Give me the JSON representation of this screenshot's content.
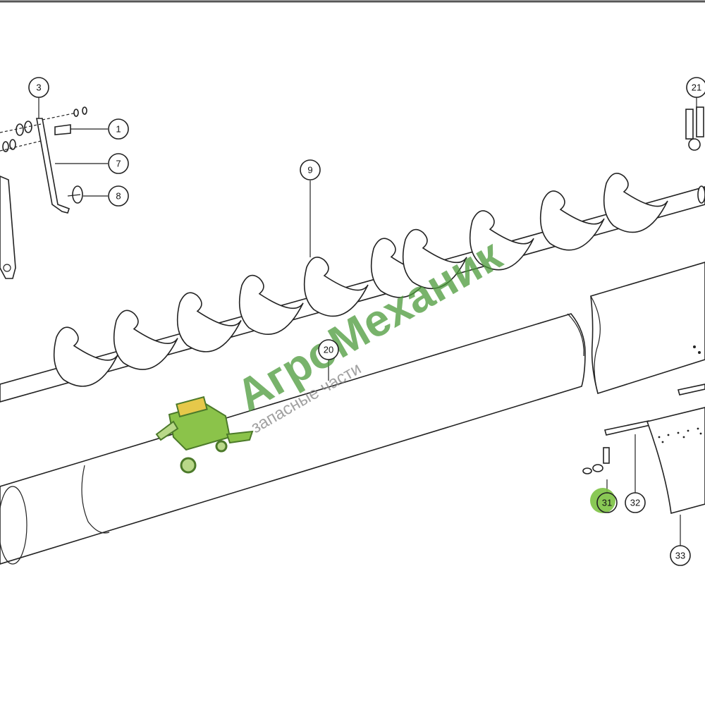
{
  "callouts": [
    {
      "id": "c3",
      "label": "3"
    },
    {
      "id": "c1",
      "label": "1"
    },
    {
      "id": "c7",
      "label": "7"
    },
    {
      "id": "c8",
      "label": "8"
    },
    {
      "id": "c9",
      "label": "9"
    },
    {
      "id": "c21",
      "label": "21"
    },
    {
      "id": "c20",
      "label": "20"
    },
    {
      "id": "c31",
      "label": "31",
      "highlight": "#7cc242"
    },
    {
      "id": "c32",
      "label": "32"
    },
    {
      "id": "c33",
      "label": "33"
    }
  ],
  "watermark": {
    "brand": "АгроМеханик",
    "tagline": "запасные части",
    "brand_color": "#4c9a3a",
    "logo": "combine-harvester-icon"
  }
}
